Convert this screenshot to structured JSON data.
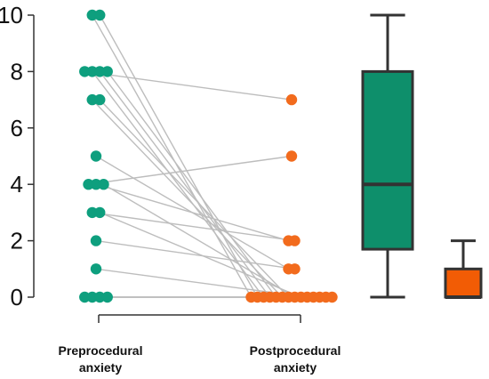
{
  "chart_data": {
    "type": "scatter",
    "subtype": "paired-dot-plot-with-boxplots",
    "categories": [
      "Preprocedural anxiety",
      "Postprocedural anxiety"
    ],
    "category_label_lines": [
      [
        "Preprocedural",
        "anxiety"
      ],
      [
        "Postprocedural",
        "anxiety"
      ]
    ],
    "yticks": [
      0,
      2,
      4,
      6,
      8,
      10
    ],
    "ylim": [
      0,
      10
    ],
    "grid": false,
    "colors": {
      "pre": "#0e9f7e",
      "post": "#f26b1d",
      "line": "#bdbdbd",
      "box_pre": "#0e8f6b",
      "box_post": "#f25c05",
      "axis": "#333333"
    },
    "pairs": [
      {
        "pre": 10,
        "post": 0
      },
      {
        "pre": 10,
        "post": 0
      },
      {
        "pre": 8,
        "post": 7
      },
      {
        "pre": 8,
        "post": 0
      },
      {
        "pre": 8,
        "post": 0
      },
      {
        "pre": 8,
        "post": 0
      },
      {
        "pre": 7,
        "post": 0
      },
      {
        "pre": 7,
        "post": 0
      },
      {
        "pre": 5,
        "post": 1
      },
      {
        "pre": 4,
        "post": 5
      },
      {
        "pre": 4,
        "post": 2
      },
      {
        "pre": 4,
        "post": 0
      },
      {
        "pre": 3,
        "post": 2
      },
      {
        "pre": 3,
        "post": 0
      },
      {
        "pre": 2,
        "post": 1
      },
      {
        "pre": 1,
        "post": 0
      },
      {
        "pre": 0,
        "post": 0
      },
      {
        "pre": 0,
        "post": 0
      },
      {
        "pre": 0,
        "post": 0
      },
      {
        "pre": 0,
        "post": 0
      }
    ],
    "boxplots": [
      {
        "name": "Preprocedural anxiety",
        "min": 0,
        "q1": 1.7,
        "median": 4,
        "q3": 8,
        "max": 10
      },
      {
        "name": "Postprocedural anxiety",
        "min": 0,
        "q1": 0,
        "median": 0,
        "q3": 1,
        "max": 2
      }
    ]
  }
}
